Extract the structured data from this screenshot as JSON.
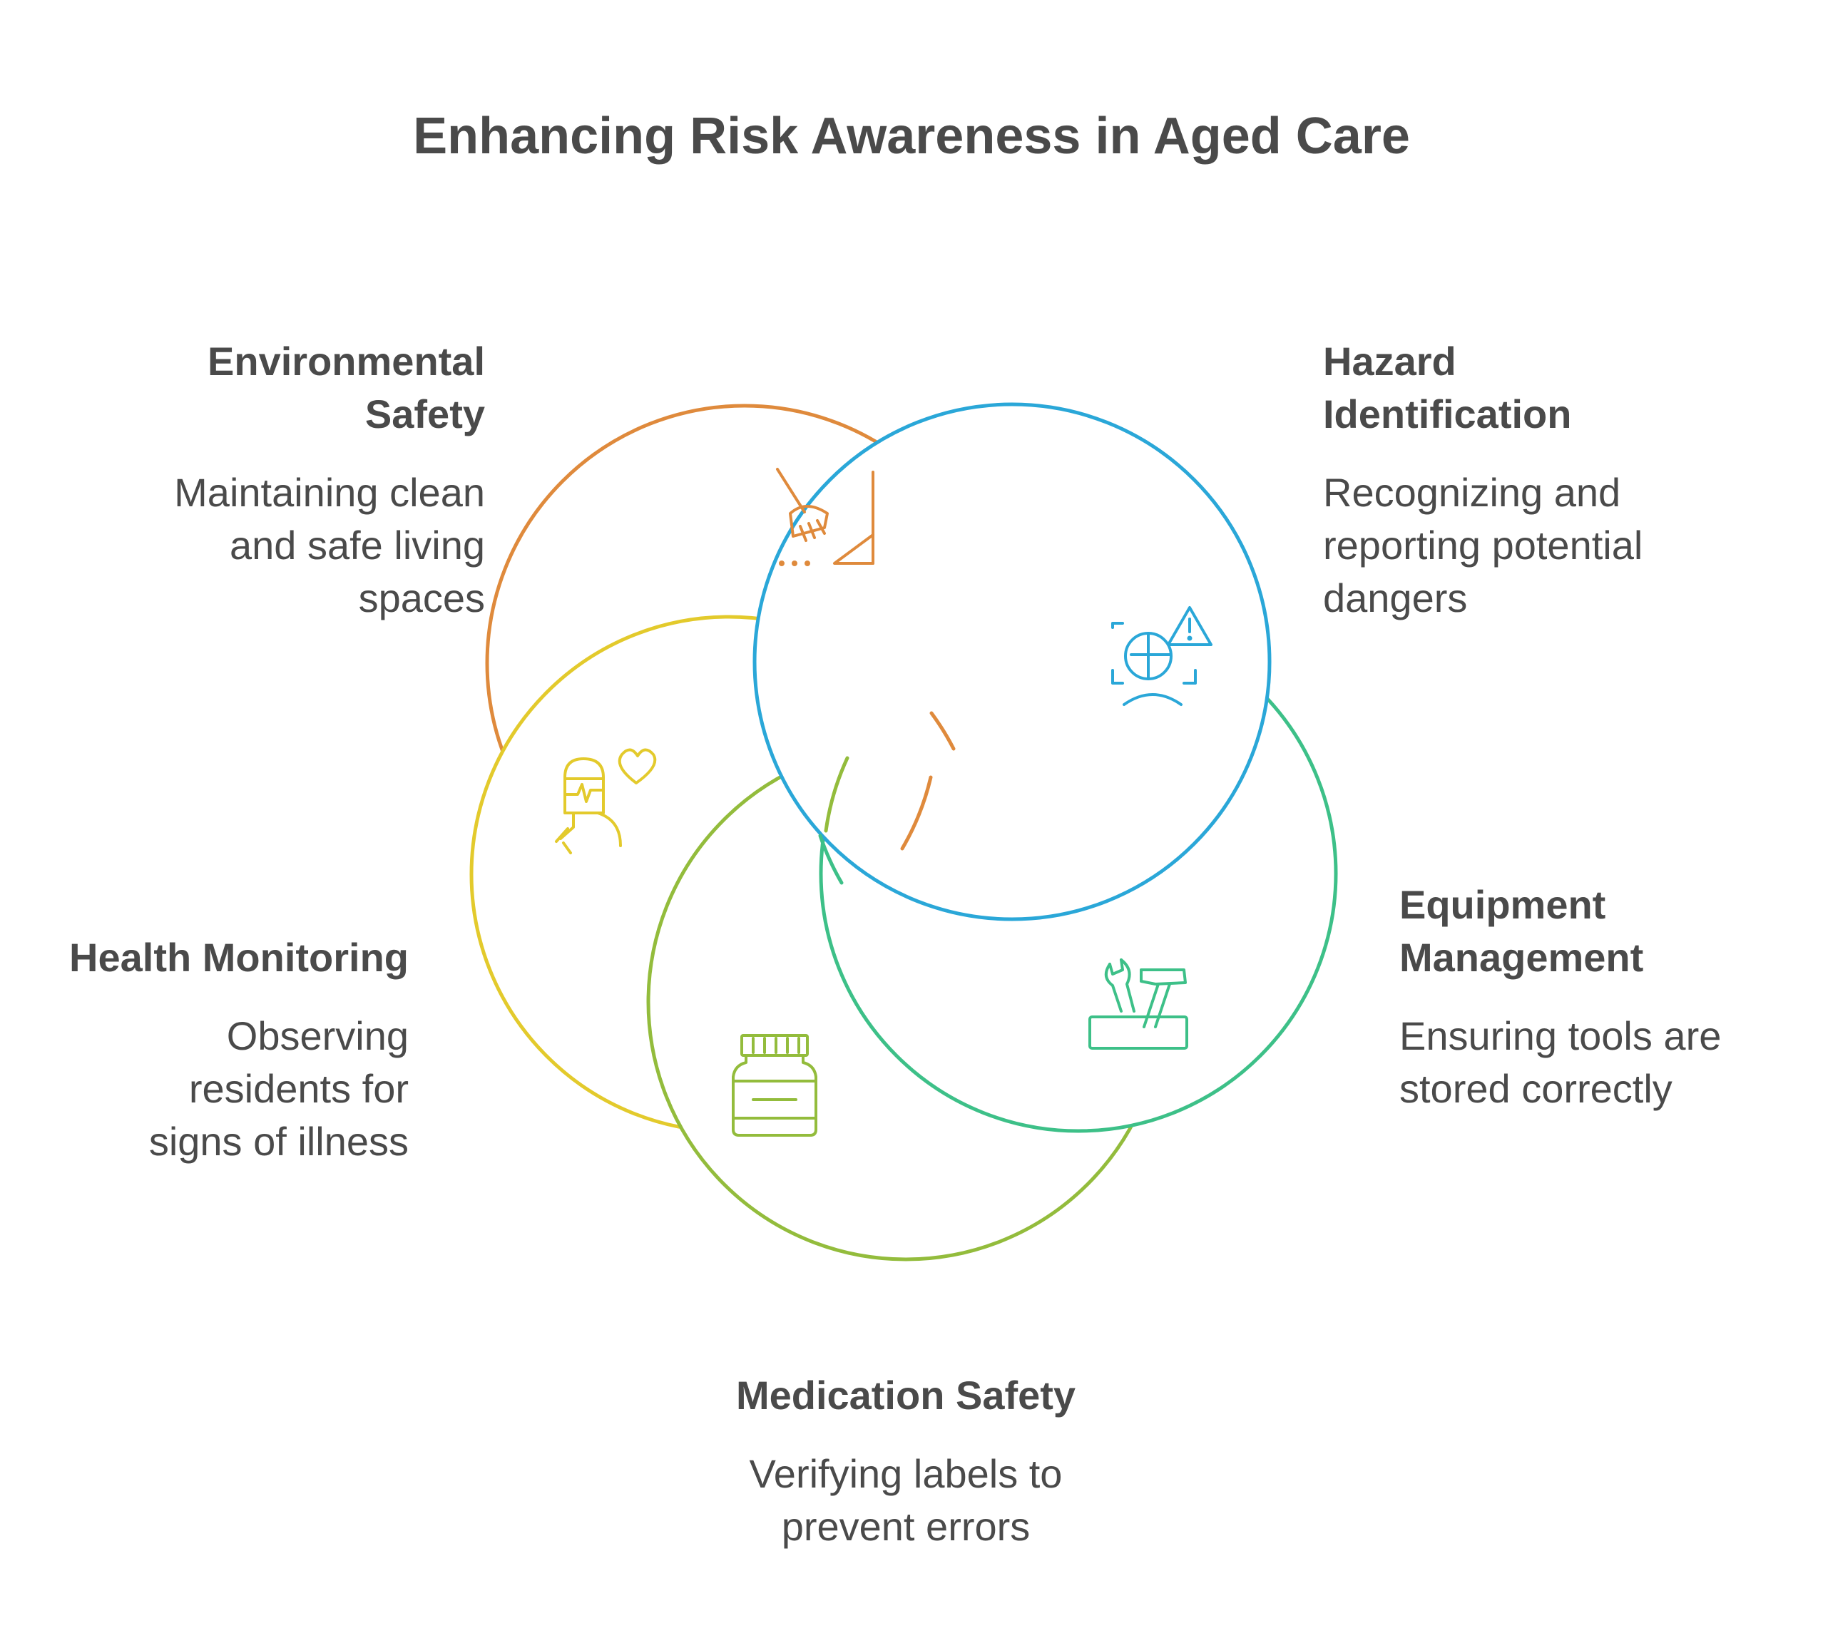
{
  "title": "Enhancing Risk Awareness in Aged Care",
  "items": [
    {
      "heading": "Environmental Safety",
      "heading_lines": [
        "Environmental",
        "Safety"
      ],
      "description_lines": [
        "Maintaining clean",
        "and safe living",
        "spaces"
      ],
      "color": "#DF8A3C",
      "icon": "broom-icon"
    },
    {
      "heading": "Hazard Identification",
      "heading_lines": [
        "Hazard",
        "Identification"
      ],
      "description_lines": [
        "Recognizing and",
        "reporting potential",
        "dangers"
      ],
      "color": "#2AA7D8",
      "icon": "hazard-scan-icon"
    },
    {
      "heading": "Equipment Management",
      "heading_lines": [
        "Equipment",
        "Management"
      ],
      "description_lines": [
        "Ensuring tools are",
        "stored correctly"
      ],
      "color": "#3DC088",
      "icon": "toolbox-icon"
    },
    {
      "heading": "Medication Safety",
      "heading_lines": [
        "Medication Safety"
      ],
      "description_lines": [
        "Verifying labels to",
        "prevent errors"
      ],
      "color": "#93BC3C",
      "icon": "medicine-jar-icon"
    },
    {
      "heading": "Health Monitoring",
      "heading_lines": [
        "Health Monitoring"
      ],
      "description_lines": [
        "Observing",
        "residents for",
        "signs of illness"
      ],
      "color": "#E3CA2C",
      "icon": "health-monitor-icon"
    }
  ]
}
